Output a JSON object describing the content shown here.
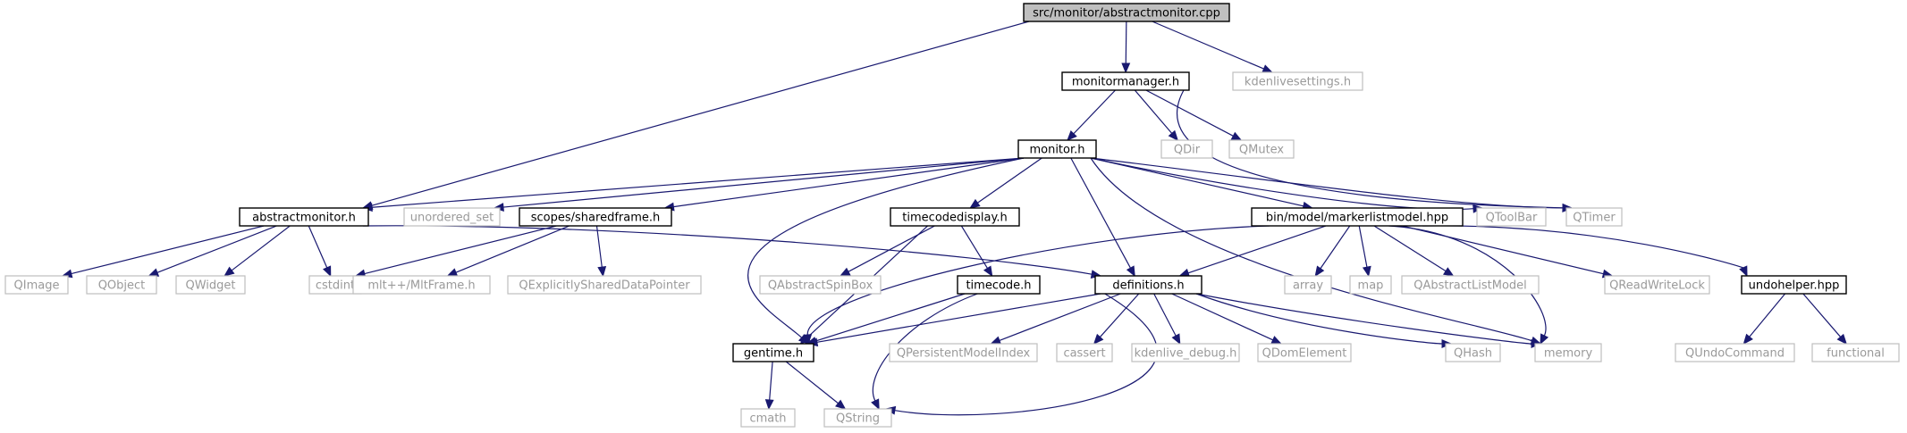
{
  "graph": {
    "colors": {
      "edge": "#191970",
      "root_fill": "#bfbfbf",
      "node_border": "#000000",
      "external_border": "#bfbfbf",
      "external_text": "#9a9a9a"
    },
    "nodes": [
      {
        "id": "root",
        "label": "src/monitor/abstractmonitor.cpp",
        "kind": "root"
      },
      {
        "id": "monitormanager",
        "label": "monitormanager.h",
        "kind": "file"
      },
      {
        "id": "kdenlivesettings",
        "label": "kdenlivesettings.h",
        "kind": "external"
      },
      {
        "id": "monitor",
        "label": "monitor.h",
        "kind": "file"
      },
      {
        "id": "qdir",
        "label": "QDir",
        "kind": "external"
      },
      {
        "id": "qmutex",
        "label": "QMutex",
        "kind": "external"
      },
      {
        "id": "abstractmonitor",
        "label": "abstractmonitor.h",
        "kind": "file"
      },
      {
        "id": "unordered_set",
        "label": "unordered_set",
        "kind": "external"
      },
      {
        "id": "sharedframe",
        "label": "scopes/sharedframe.h",
        "kind": "file"
      },
      {
        "id": "timecodedisplay",
        "label": "timecodedisplay.h",
        "kind": "file"
      },
      {
        "id": "markerlistmodel",
        "label": "bin/model/markerlistmodel.hpp",
        "kind": "file"
      },
      {
        "id": "qtoolbar",
        "label": "QToolBar",
        "kind": "external"
      },
      {
        "id": "qtimer",
        "label": "QTimer",
        "kind": "external"
      },
      {
        "id": "qimage",
        "label": "QImage",
        "kind": "external"
      },
      {
        "id": "qobject",
        "label": "QObject",
        "kind": "external"
      },
      {
        "id": "qwidget",
        "label": "QWidget",
        "kind": "external"
      },
      {
        "id": "cstdint",
        "label": "cstdint",
        "kind": "external"
      },
      {
        "id": "mltframe",
        "label": "mlt++/MltFrame.h",
        "kind": "external"
      },
      {
        "id": "qexplicit",
        "label": "QExplicitlySharedDataPointer",
        "kind": "external"
      },
      {
        "id": "qabstractspinbox",
        "label": "QAbstractSpinBox",
        "kind": "external"
      },
      {
        "id": "timecode",
        "label": "timecode.h",
        "kind": "file"
      },
      {
        "id": "definitions",
        "label": "definitions.h",
        "kind": "file"
      },
      {
        "id": "array",
        "label": "array",
        "kind": "external"
      },
      {
        "id": "map",
        "label": "map",
        "kind": "external"
      },
      {
        "id": "qabstractlistmodel",
        "label": "QAbstractListModel",
        "kind": "external"
      },
      {
        "id": "qreadwritelock",
        "label": "QReadWriteLock",
        "kind": "external"
      },
      {
        "id": "undohelper",
        "label": "undohelper.hpp",
        "kind": "file"
      },
      {
        "id": "gentime",
        "label": "gentime.h",
        "kind": "file"
      },
      {
        "id": "qpersistent",
        "label": "QPersistentModelIndex",
        "kind": "external"
      },
      {
        "id": "cassert",
        "label": "cassert",
        "kind": "external"
      },
      {
        "id": "kdenlive_debug",
        "label": "kdenlive_debug.h",
        "kind": "external"
      },
      {
        "id": "qdomelement",
        "label": "QDomElement",
        "kind": "external"
      },
      {
        "id": "qhash",
        "label": "QHash",
        "kind": "external"
      },
      {
        "id": "memory",
        "label": "memory",
        "kind": "external"
      },
      {
        "id": "qundocommand",
        "label": "QUndoCommand",
        "kind": "external"
      },
      {
        "id": "functional",
        "label": "functional",
        "kind": "external"
      },
      {
        "id": "cmath",
        "label": "cmath",
        "kind": "external"
      },
      {
        "id": "qstring",
        "label": "QString",
        "kind": "external"
      }
    ],
    "edges": [
      [
        "root",
        "monitormanager"
      ],
      [
        "root",
        "kdenlivesettings"
      ],
      [
        "root",
        "abstractmonitor"
      ],
      [
        "monitormanager",
        "monitor"
      ],
      [
        "monitormanager",
        "qdir"
      ],
      [
        "monitormanager",
        "qmutex"
      ],
      [
        "monitormanager",
        "qtimer"
      ],
      [
        "monitor",
        "abstractmonitor"
      ],
      [
        "monitor",
        "unordered_set"
      ],
      [
        "monitor",
        "sharedframe"
      ],
      [
        "monitor",
        "timecodedisplay"
      ],
      [
        "monitor",
        "markerlistmodel"
      ],
      [
        "monitor",
        "qtoolbar"
      ],
      [
        "monitor",
        "qtimer"
      ],
      [
        "monitor",
        "gentime"
      ],
      [
        "monitor",
        "definitions"
      ],
      [
        "monitor",
        "memory"
      ],
      [
        "abstractmonitor",
        "qimage"
      ],
      [
        "abstractmonitor",
        "qobject"
      ],
      [
        "abstractmonitor",
        "qwidget"
      ],
      [
        "abstractmonitor",
        "cstdint"
      ],
      [
        "abstractmonitor",
        "definitions"
      ],
      [
        "sharedframe",
        "cstdint"
      ],
      [
        "sharedframe",
        "mltframe"
      ],
      [
        "sharedframe",
        "qexplicit"
      ],
      [
        "timecodedisplay",
        "qabstractspinbox"
      ],
      [
        "timecodedisplay",
        "timecode"
      ],
      [
        "timecodedisplay",
        "gentime"
      ],
      [
        "timecode",
        "gentime"
      ],
      [
        "timecode",
        "qstring"
      ],
      [
        "markerlistmodel",
        "definitions"
      ],
      [
        "markerlistmodel",
        "gentime"
      ],
      [
        "markerlistmodel",
        "array"
      ],
      [
        "markerlistmodel",
        "map"
      ],
      [
        "markerlistmodel",
        "qabstractlistmodel"
      ],
      [
        "markerlistmodel",
        "qreadwritelock"
      ],
      [
        "markerlistmodel",
        "undohelper"
      ],
      [
        "markerlistmodel",
        "memory"
      ],
      [
        "definitions",
        "gentime"
      ],
      [
        "definitions",
        "qpersistent"
      ],
      [
        "definitions",
        "cassert"
      ],
      [
        "definitions",
        "kdenlive_debug"
      ],
      [
        "definitions",
        "qdomelement"
      ],
      [
        "definitions",
        "qhash"
      ],
      [
        "definitions",
        "memory"
      ],
      [
        "definitions",
        "qstring"
      ],
      [
        "undohelper",
        "qundocommand"
      ],
      [
        "undohelper",
        "functional"
      ],
      [
        "gentime",
        "cmath"
      ],
      [
        "gentime",
        "qstring"
      ]
    ]
  }
}
